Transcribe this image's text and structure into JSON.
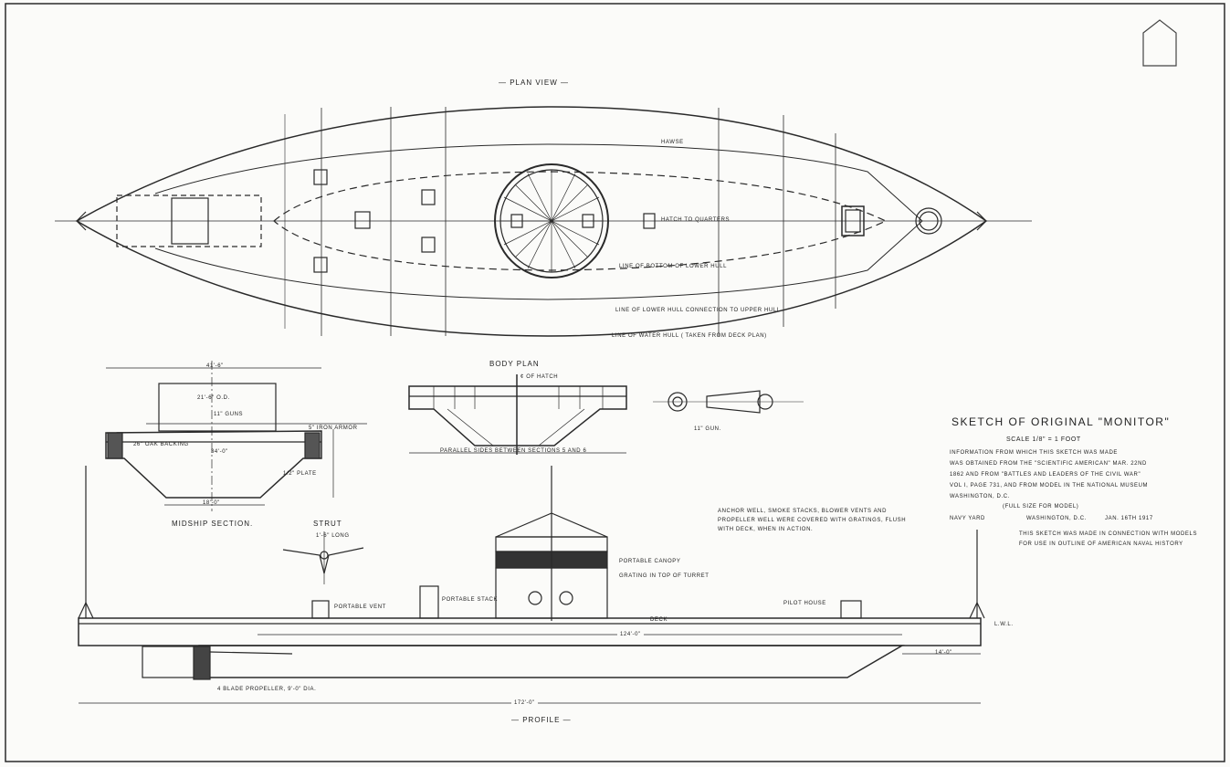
{
  "views": {
    "plan_view": "— PLAN VIEW —",
    "body_plan": "BODY PLAN",
    "midship_section": "MIDSHIP SECTION.",
    "strut": "STRUT",
    "profile": "— PROFILE —",
    "gun": "11\" GUN."
  },
  "plan_labels": {
    "hatch_to_quarters": "HATCH TO QUARTERS",
    "hawse_pipe": "HAWSE",
    "line_armor": "LINE OF BOTTOM OF LOWER HULL",
    "line_overhang": "LINE OF LOWER HULL CONNECTION TO UPPER HULL",
    "line_water": "LINE OF WATER HULL ( TAKEN FROM DECK PLAN)"
  },
  "midship_labels": {
    "beam": "41'-6\"",
    "inner_beam": "21'-6\" O.D.",
    "guns": "11\" GUNS",
    "lower_beam": "34'-0\"",
    "bottom": "18'-0\"",
    "plate": "1/2\" PLATE",
    "backing": "26\" OAK BACKING",
    "armor": "5\" IRON ARMOR"
  },
  "body_plan_labels": {
    "hatch": "¢ OF HATCH",
    "caption": "PARALLEL SIDES BETWEEN SECTIONS 5 AND 6"
  },
  "profile_labels": {
    "portable_canopy": "PORTABLE CANOPY",
    "grating": "GRATING IN TOP OF TURRET",
    "portable_vent": "PORTABLE VENT",
    "portable_stack": "PORTABLE STACK",
    "pilot_house": "PILOT HOUSE",
    "propeller": "4 BLADE PROPELLER, 9'-0\" DIA.",
    "length_overall": "172'-0\"",
    "lower_hull": "124'-0\"",
    "overhang": "14'-0\"",
    "deck": "DECK",
    "lwl": "L.W.L.",
    "strut_dim": "1'-6\" LONG"
  },
  "notes": {
    "anchor_well": "ANCHOR WELL, SMOKE STACKS, BLOWER VENTS AND PROPELLER WELL WERE COVERED WITH GRATINGS, FLUSH WITH DECK, WHEN IN ACTION."
  },
  "title_block": {
    "title": "SKETCH OF ORIGINAL \"MONITOR\"",
    "scale": "SCALE 1/8\" = 1 FOOT",
    "info": [
      "INFORMATION FROM WHICH THIS SKETCH WAS MADE",
      "WAS OBTAINED FROM THE \"SCIENTIFIC AMERICAN\" MAR. 22nd",
      "1862 AND FROM \"BATTLES AND LEADERS OF THE CIVIL WAR\"",
      "VOL I, PAGE 731, AND FROM MODEL IN THE NATIONAL MUSEUM",
      "WASHINGTON, D.C."
    ],
    "full_size": "(FULL SIZE FOR MODEL)",
    "navy_yard": "NAVY YARD",
    "location": "WASHINGTON, D.C.",
    "date": "JAN. 16th 1917",
    "purpose": [
      "THIS SKETCH WAS MADE IN CONNECTION WITH MODELS",
      "FOR USE IN OUTLINE OF AMERICAN NAVAL HISTORY"
    ]
  }
}
